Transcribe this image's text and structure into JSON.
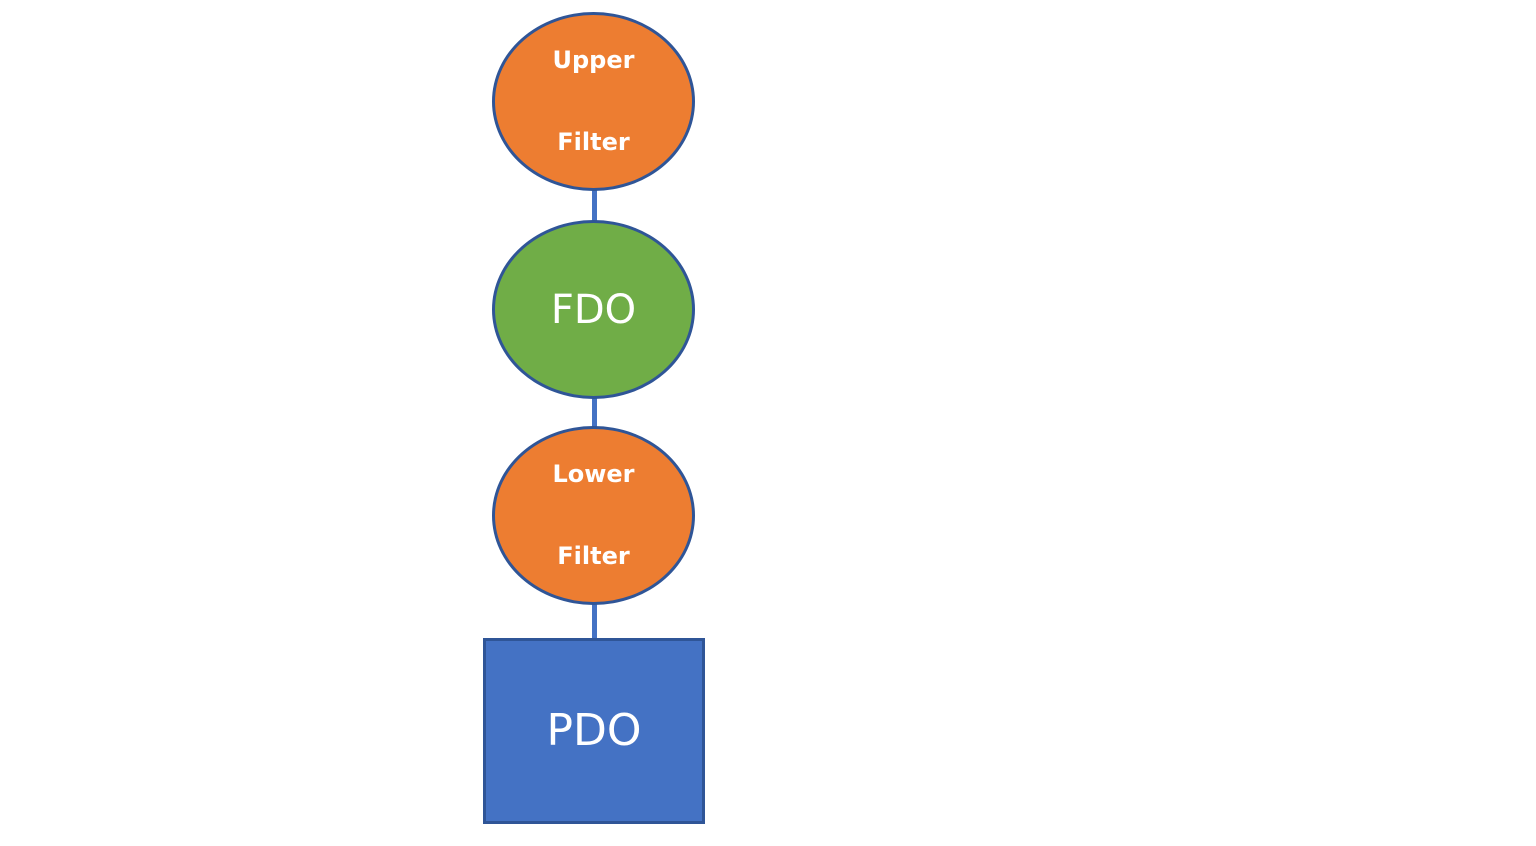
{
  "diagram": {
    "nodes": [
      {
        "id": "upper-filter",
        "shape": "ellipse",
        "lines": [
          "Upper",
          "Filter"
        ],
        "fill": "#ed7d31"
      },
      {
        "id": "fdo",
        "shape": "ellipse",
        "label": "FDO",
        "fill": "#70ad47"
      },
      {
        "id": "lower-filter",
        "shape": "ellipse",
        "lines": [
          "Lower",
          "Filter"
        ],
        "fill": "#ed7d31"
      },
      {
        "id": "pdo",
        "shape": "rectangle",
        "label": "PDO",
        "fill": "#4472c4"
      }
    ],
    "edges": [
      {
        "from": "upper-filter",
        "to": "fdo"
      },
      {
        "from": "fdo",
        "to": "lower-filter"
      },
      {
        "from": "lower-filter",
        "to": "pdo"
      }
    ],
    "colors": {
      "connector": "#4472c4",
      "outline": "#2f5597",
      "text": "#ffffff"
    }
  }
}
